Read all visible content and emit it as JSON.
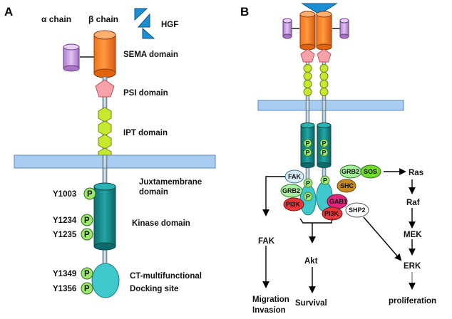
{
  "panel_a": {
    "letter": "A",
    "alpha_label": "α chain",
    "beta_label": "β chain",
    "hgf_label": "HGF",
    "sema_label": "SEMA domain",
    "psi_label": "PSI domain",
    "ipt_label": "IPT domain",
    "juxta_label_line1": "Juxtamembrane",
    "juxta_label_line2": "domain",
    "kinase_label": "Kinase domain",
    "ct_label_line1": "CT-multifunctional",
    "ct_label_line2": "Docking site",
    "tyr": [
      "Y1003",
      "Y1234",
      "Y1235",
      "Y1349",
      "Y1356"
    ],
    "p_symbol": "P"
  },
  "panel_b": {
    "letter": "B",
    "adaptors": {
      "fak": "FAK",
      "grb2": "GRB2",
      "pi3k": "PI3K",
      "grb2_b": "GRB2",
      "sos": "SOS",
      "shc": "SHC",
      "gab1": "GAB1",
      "pi3k_b": "PI3K",
      "shp2": "SHP2"
    },
    "path_fak": "FAK",
    "out_migration_line1": "Migration",
    "out_migration_line2": "Invasion",
    "path_akt": "Akt",
    "out_survival": "Survival",
    "cascade": [
      "Ras",
      "Raf",
      "MEK",
      "ERK"
    ],
    "out_proliferation": "proliferation"
  },
  "colors": {
    "sema": "#f47321",
    "alpha": "#c9a0dc",
    "psi": "#f7a1a8",
    "ipt": "#c6e82e",
    "membrane": "#a9cdf0",
    "kinase": "#1a8c8c",
    "ct": "#3fc9cc",
    "p_circle": "#9be86a",
    "hgf": "#1b8fd6"
  }
}
